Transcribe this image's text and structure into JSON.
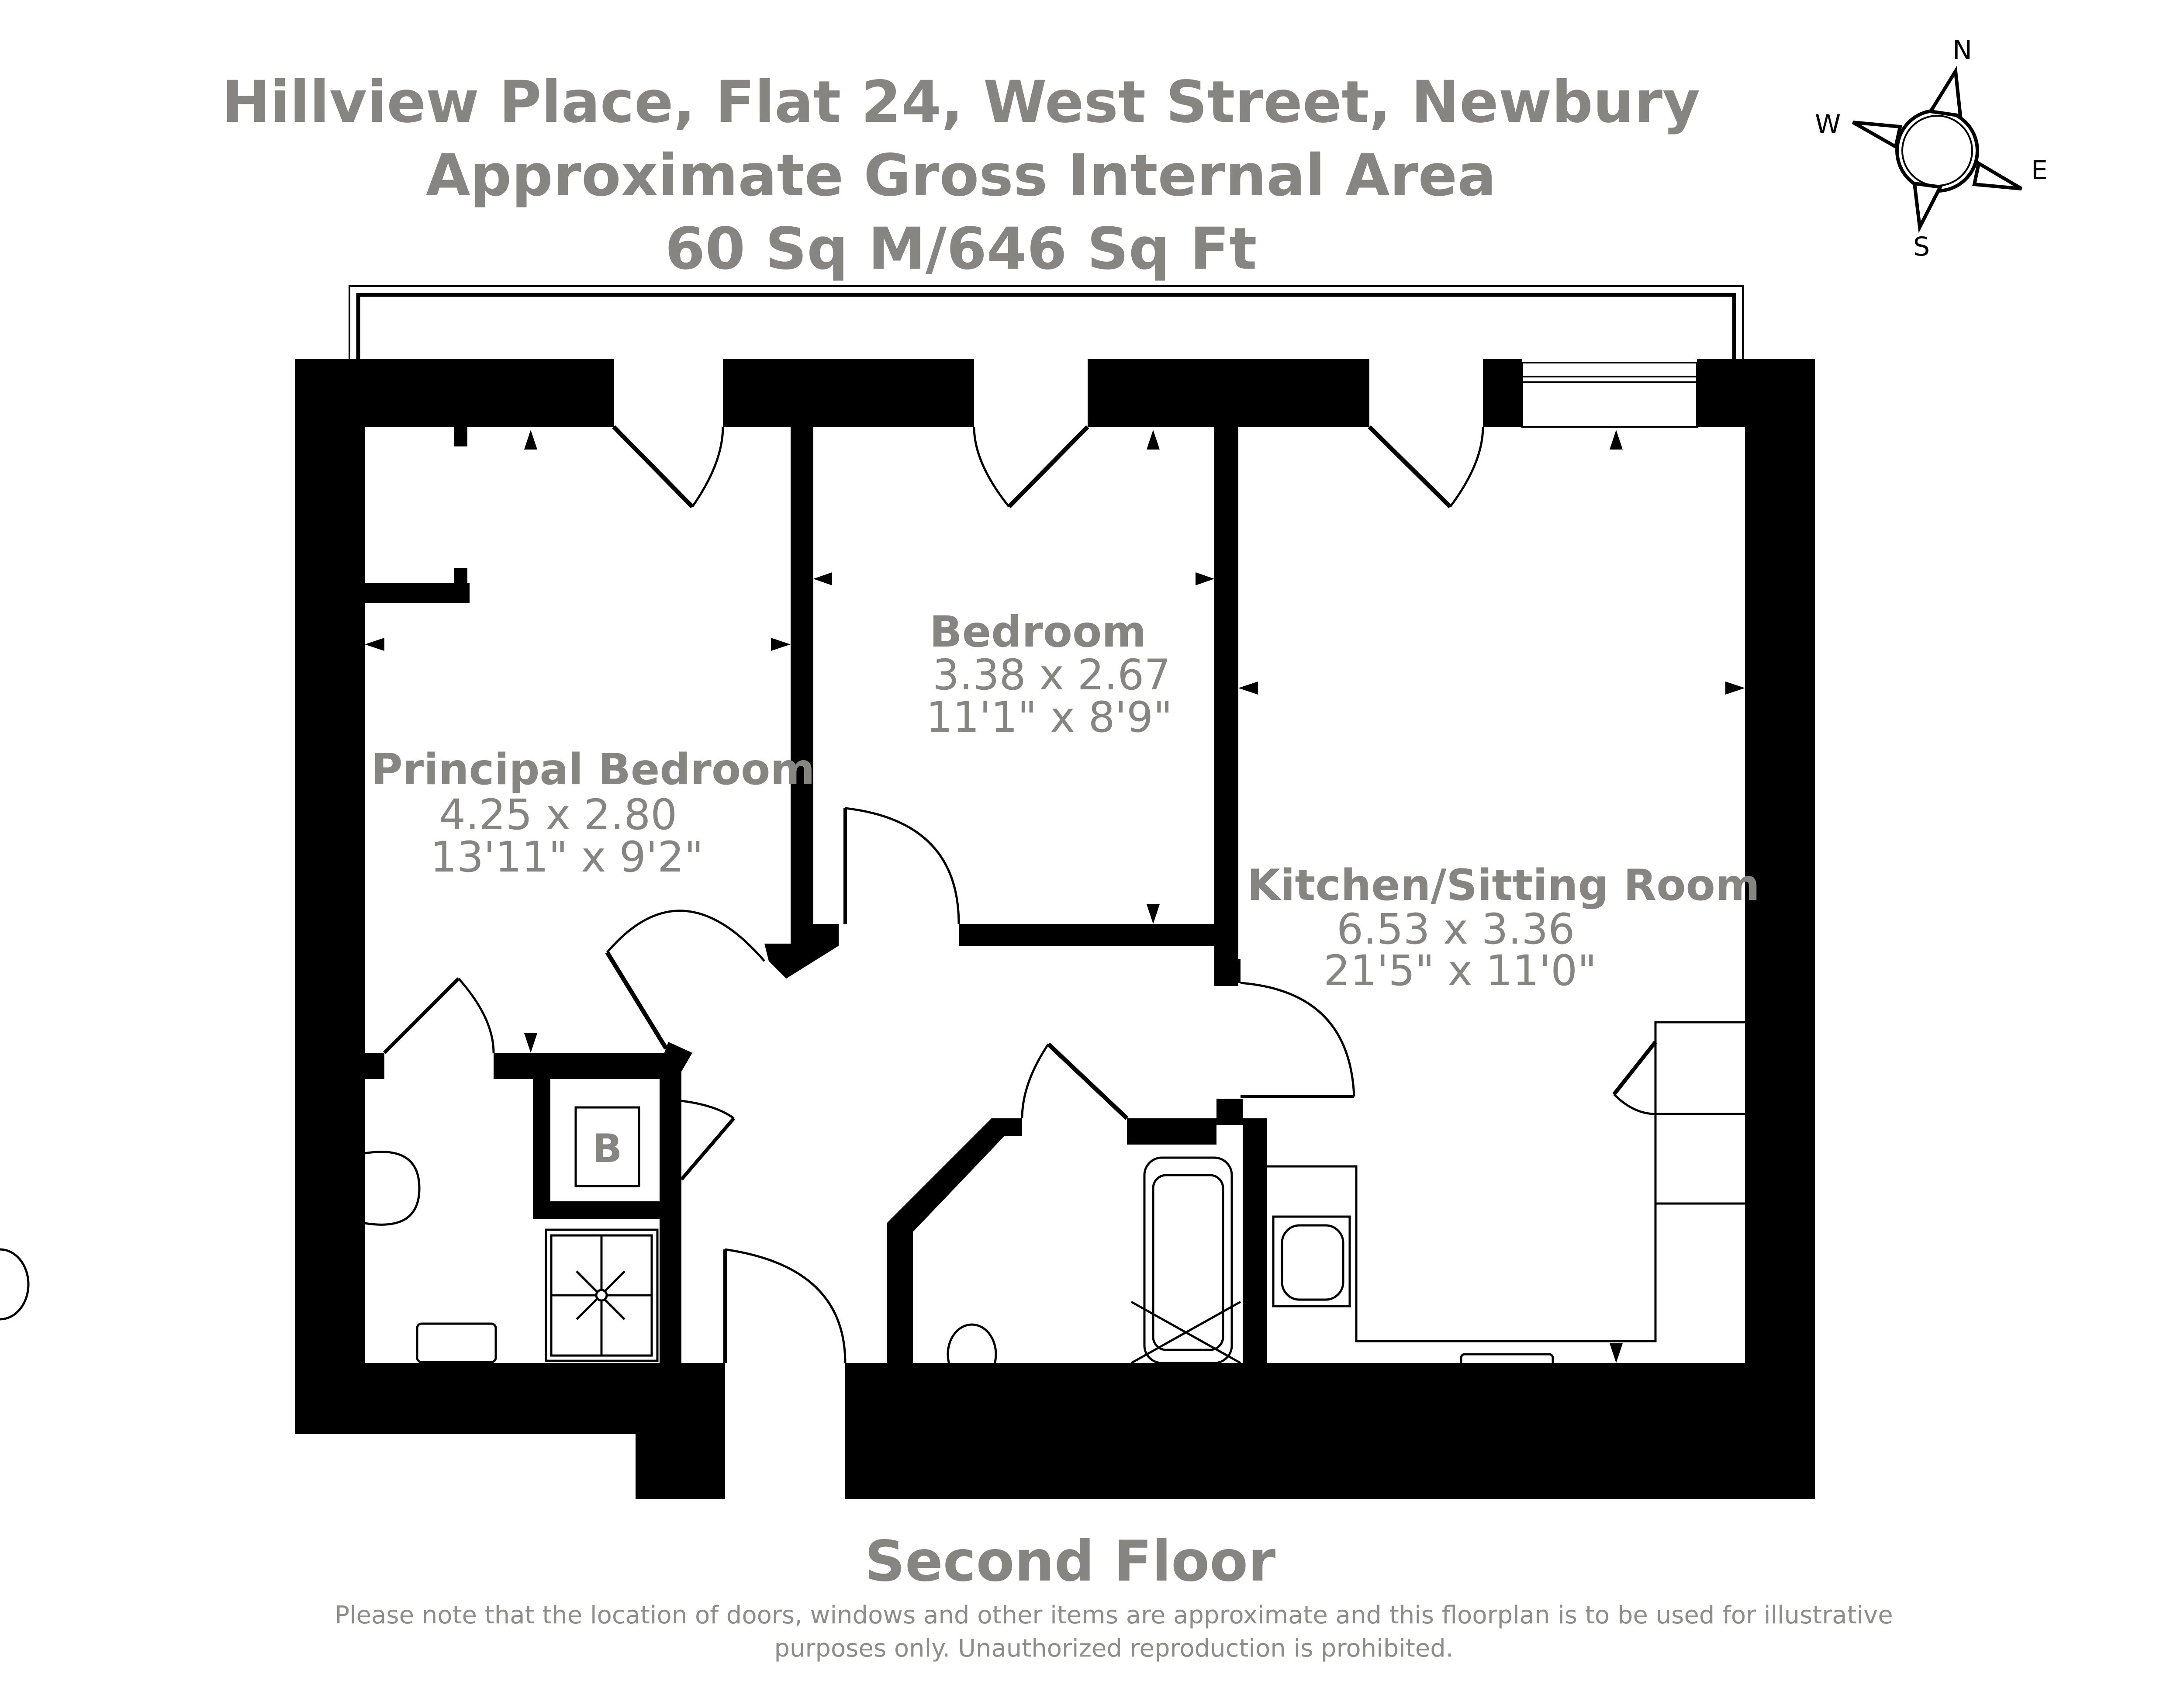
{
  "header": {
    "address": "Hillview Place, Flat 24, West Street, Newbury",
    "area_label": "Approximate Gross Internal Area",
    "area_value": "60 Sq M/646 Sq Ft"
  },
  "compass": {
    "north": "N",
    "east": "E",
    "south": "S",
    "west": "W"
  },
  "rooms": {
    "principal_bedroom": {
      "name": "Principal Bedroom",
      "metric": "4.25 x 2.80",
      "imperial": "13'11\" x 9'2\""
    },
    "bedroom": {
      "name": "Bedroom",
      "metric": "3.38 x 2.67",
      "imperial": "11'1\" x 8'9\""
    },
    "kitchen_sitting": {
      "name": "Kitchen/Sitting Room",
      "metric": "6.53 x 3.36",
      "imperial": "21'5\" x 11'0\""
    },
    "boiler_cupboard": {
      "label": "B"
    }
  },
  "footer": {
    "floor": "Second Floor",
    "disclaimer_line1": "Please note that the location of doors, windows and other items are approximate and this floorplan is to be used for illustrative",
    "disclaimer_line2": "purposes only. Unauthorized reproduction is prohibited."
  },
  "colors": {
    "text_gray": "#868581",
    "wall": "#000000",
    "background": "#ffffff"
  }
}
